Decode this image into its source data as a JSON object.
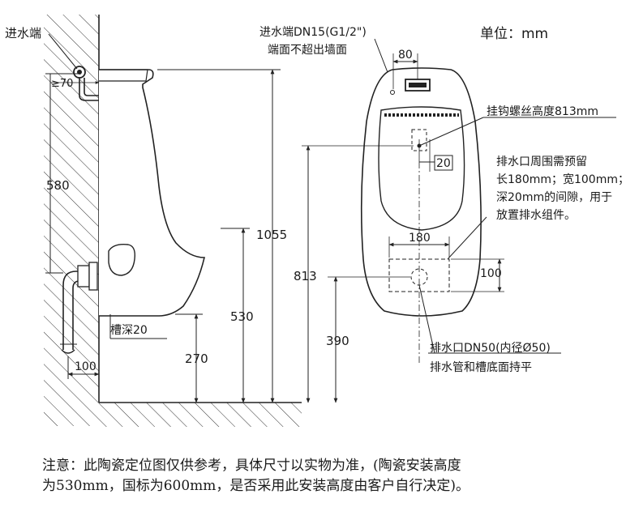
{
  "unit_label": "单位：mm",
  "side_view": {
    "inlet_label": "进水端",
    "dim_70": "≥70",
    "dim_580": "580",
    "dim_1055": "1055",
    "dim_530": "530",
    "dim_270": "270",
    "dim_100": "100",
    "trough_depth": "槽深20"
  },
  "front_view": {
    "inlet_spec_line1": "进水端DN15(G1/2\")",
    "inlet_spec_line2": "端面不超出墙面",
    "dim_80": "80",
    "hook_label": "挂钩螺丝高度813mm",
    "dim_20": "20",
    "gap_line1": "排水口周围需预留",
    "gap_line2": "长180mm；宽100mm；",
    "gap_line3": "深20mm的间隙，用于",
    "gap_line4": "放置排水组件。",
    "dim_180": "180",
    "dim_100": "100",
    "dim_813": "813",
    "dim_390": "390",
    "outlet_line1": "排水口DN50(内径Ø50)",
    "outlet_line2": "排水管和槽底面持平"
  },
  "note": {
    "line1": "注意：此陶瓷定位图仅供参考，具体尺寸以实物为准，(陶瓷安装高度",
    "line2": "为530mm，国标为600mm，是否采用此安装高度由客户自行决定)。"
  }
}
